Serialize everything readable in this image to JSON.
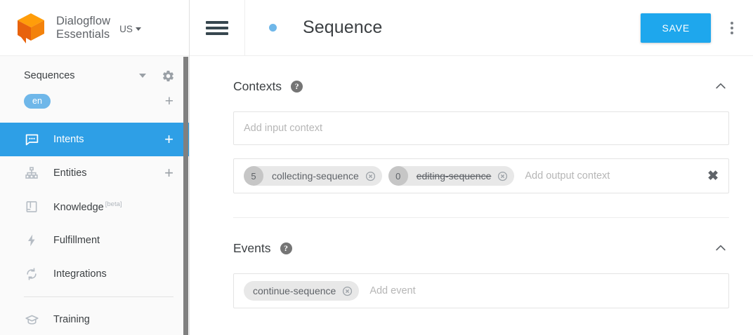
{
  "brand": {
    "logo_icon": "dialogflow-cube-logo",
    "name_line1": "Dialogflow",
    "name_line2": "Essentials",
    "region": "US",
    "region_caret_icon": "caret-down-icon",
    "colors": {
      "logo_top": "#FF9D0A",
      "logo_right": "#F57C00",
      "logo_left": "#E8620C"
    }
  },
  "sidebar": {
    "agent": {
      "name": "Sequences",
      "caret_icon": "caret-down-icon",
      "settings_icon": "gear-icon"
    },
    "language": {
      "code": "en",
      "add_icon": "plus-icon"
    },
    "nav_items": [
      {
        "label": "Intents",
        "icon": "intents-speech-bubble-icon",
        "active": true,
        "has_plus": true,
        "plus_icon": "plus-icon"
      },
      {
        "label": "Entities",
        "icon": "entities-hierarchy-icon",
        "active": false,
        "has_plus": true,
        "plus_icon": "plus-icon"
      },
      {
        "label": "Knowledge",
        "badge": "[beta]",
        "icon": "knowledge-book-icon",
        "active": false,
        "has_plus": false
      },
      {
        "label": "Fulfillment",
        "icon": "fulfillment-bolt-icon",
        "active": false,
        "has_plus": false
      },
      {
        "label": "Integrations",
        "icon": "integrations-sync-icon",
        "active": false,
        "has_plus": false
      },
      {
        "label": "Training",
        "icon": "training-graduation-cap-icon",
        "active": false,
        "has_plus": false
      }
    ],
    "scrollbar": {
      "name": "sidebar-scrollbar"
    },
    "colors": {
      "active_bg": "#2E9FE6",
      "pill_bg": "#6FB7E9"
    }
  },
  "topbar": {
    "menu_icon": "hamburger-menu-icon",
    "status_dot_icon": "status-dot-icon",
    "title": "Sequence",
    "save_label": "SAVE",
    "overflow_icon": "kebab-menu-icon",
    "colors": {
      "save_bg": "#1EA7ED",
      "dot": "#6FB7E9"
    }
  },
  "sections": {
    "contexts": {
      "title": "Contexts",
      "help_icon": "help-circle-icon",
      "collapse_icon": "chevron-up-icon",
      "input_placeholder": "Add input context",
      "output_placeholder": "Add output context",
      "clear_icon": "clear-x-icon",
      "output_chips": [
        {
          "count": "5",
          "label": "collecting-sequence",
          "struck": false,
          "remove_icon": "chip-remove-icon"
        },
        {
          "count": "0",
          "label": "editing-sequence",
          "struck": true,
          "remove_icon": "chip-remove-icon"
        }
      ]
    },
    "events": {
      "title": "Events",
      "help_icon": "help-circle-icon",
      "collapse_icon": "chevron-up-icon",
      "placeholder": "Add event",
      "chips": [
        {
          "label": "continue-sequence",
          "remove_icon": "chip-remove-icon"
        }
      ]
    }
  }
}
